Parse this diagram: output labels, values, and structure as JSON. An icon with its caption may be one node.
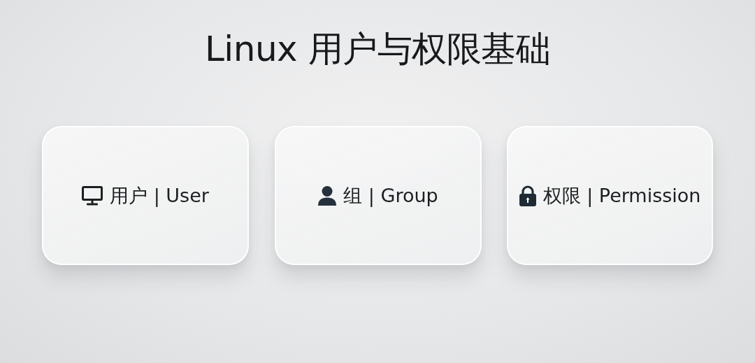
{
  "diagram": {
    "title": "Linux 用户与权限基础",
    "nodes": [
      {
        "text": [
          "用户 | User"
        ]
      },
      {
        "text": [
          "组 | Group"
        ]
      },
      {
        "text": [
          "权限 | Permission"
        ]
      }
    ]
  }
}
